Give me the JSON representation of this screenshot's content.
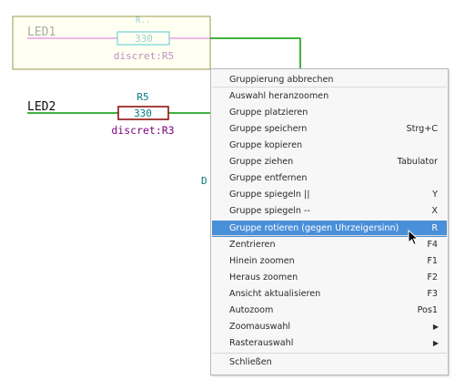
{
  "schematic": {
    "selected_ref": "LED1",
    "selected_value": "330",
    "selected_part": "discret:R5",
    "selected_top_label": "R..",
    "ref2": "LED2",
    "value2": "330",
    "label2": "R5",
    "part2": "discret:R3",
    "fragment": "D"
  },
  "colors": {
    "wire": "#009900",
    "ref_text": "#0a0a0a",
    "value_text": "#007b7b",
    "part_text": "#7a007a",
    "resistor_border": "#8b0000",
    "highlight": "#4a90d9"
  },
  "context_menu": {
    "items": [
      {
        "label": "Gruppierung abbrechen",
        "shortcut": ""
      },
      {
        "label": "Auswahl heranzoomen",
        "shortcut": ""
      },
      {
        "label": "Gruppe platzieren",
        "shortcut": ""
      },
      {
        "label": "Gruppe speichern",
        "shortcut": "Strg+C"
      },
      {
        "label": "Gruppe kopieren",
        "shortcut": ""
      },
      {
        "label": "Gruppe ziehen",
        "shortcut": "Tabulator"
      },
      {
        "label": "Gruppe entfernen",
        "shortcut": ""
      },
      {
        "label": "Gruppe spiegeln ||",
        "shortcut": "Y"
      },
      {
        "label": "Gruppe spiegeln --",
        "shortcut": "X"
      },
      {
        "label": "Gruppe rotieren (gegen Uhrzeigersinn)",
        "shortcut": "R"
      },
      {
        "label": "Zentrieren",
        "shortcut": "F4"
      },
      {
        "label": "Hinein zoomen",
        "shortcut": "F1"
      },
      {
        "label": "Heraus zoomen",
        "shortcut": "F2"
      },
      {
        "label": "Ansicht aktualisieren",
        "shortcut": "F3"
      },
      {
        "label": "Autozoom",
        "shortcut": "Pos1"
      },
      {
        "label": "Zoomauswahl",
        "shortcut": ""
      },
      {
        "label": "Rasterauswahl",
        "shortcut": ""
      },
      {
        "label": "Schließen",
        "shortcut": ""
      }
    ],
    "highlighted_index": 9,
    "submenu_arrow_icon": "triangle-right-icon"
  }
}
